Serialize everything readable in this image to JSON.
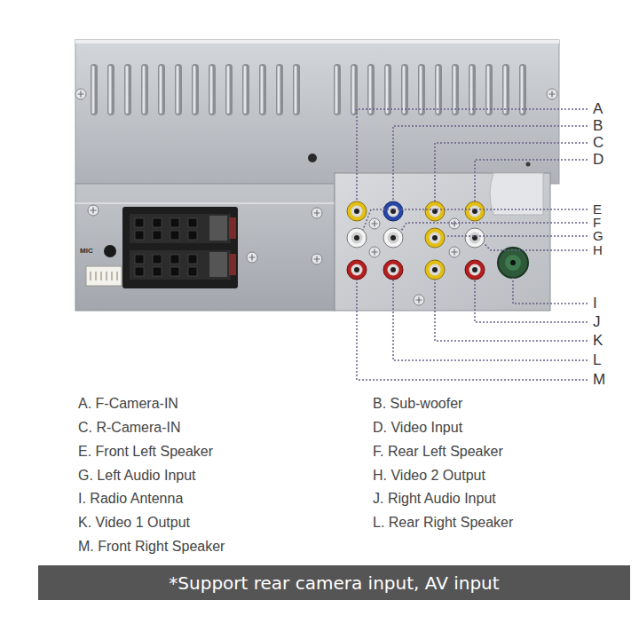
{
  "diagram": {
    "nodes": [
      {
        "text": [
          "*Support rear camera input, AV input"
        ]
      }
    ],
    "labels": [
      "A",
      "B",
      "C",
      "D",
      "E",
      "F",
      "G",
      "H",
      "I",
      "J",
      "K",
      "L",
      "M",
      "MIC",
      "A. F-Camera-IN",
      "B. Sub-woofer",
      "C. R-Camera-IN",
      "D. Video Input",
      "E. Front Left Speaker",
      "F. Rear Left Speaker",
      "G. Left Audio Input",
      "H. Video 2 Output",
      "I. Radio Antenna",
      "J. Right Audio Input",
      "K. Video 1 Output",
      "L. Rear Right Speaker",
      "M. Front Right Speaker"
    ]
  }
}
